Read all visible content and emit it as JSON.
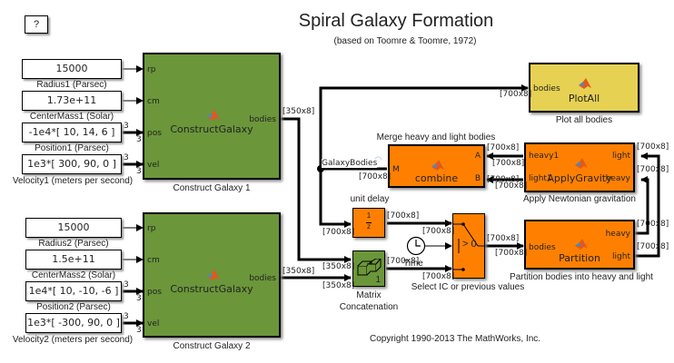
{
  "title": "Spiral Galaxy Formation",
  "subtitle": "(based on Toomre & Toomre, 1972)",
  "help_button": "?",
  "copyright": "Copyright 1990-2013 The MathWorks, Inc.",
  "colors": {
    "green_block": "#6b963a",
    "orange_block": "#ff8000",
    "yellow_block": "#e6d152"
  },
  "galaxy1": {
    "inputs": [
      {
        "value": "15000",
        "label": "Radius1 (Parsec)",
        "port": "rp",
        "width": ""
      },
      {
        "value": "1.73e+11",
        "label": "CenterMass1 (Solar)",
        "port": "cm",
        "width": ""
      },
      {
        "value": "-1e4*[ 10, 14,  6 ]",
        "label": "Position1 (Parsec)",
        "port": "pos",
        "width": "3"
      },
      {
        "value": "1e3*[ 300, 90, 0 ]",
        "label": "Velocity1 (meters per second)",
        "port": "vel",
        "width": "3"
      }
    ],
    "block_name": "ConstructGalaxy",
    "output_port": "bodies",
    "caption": "Construct Galaxy 1",
    "out_dim": "[350x8]"
  },
  "galaxy2": {
    "inputs": [
      {
        "value": "15000",
        "label": "Radius2 (Parsec)",
        "port": "rp",
        "width": ""
      },
      {
        "value": "1.5e+11",
        "label": "CenterMass2 (Solar)",
        "port": "cm",
        "width": ""
      },
      {
        "value": "1e4*[ 10, -10, -6 ]",
        "label": "Position2 (Parsec)",
        "port": "pos",
        "width": "3"
      },
      {
        "value": "1e3*[ -300, 90, 0 ]",
        "label": "Velocity2 (meters per second)",
        "port": "vel",
        "width": "3"
      }
    ],
    "block_name": "ConstructGalaxy",
    "output_port": "bodies",
    "caption": "Construct Galaxy 2",
    "out_dim": "[350x8]"
  },
  "plotall": {
    "name": "PlotAll",
    "port": "bodies",
    "caption": "Plot all bodies",
    "in_dim": "[700x8]"
  },
  "combine": {
    "name": "combine",
    "caption": "Merge heavy and light bodies",
    "ports": {
      "a": "A",
      "b": "B",
      "m": "M"
    },
    "signal_name": "GalaxyBodies",
    "dims": {
      "a_in": "[700x8]",
      "b_in": "[700x8]",
      "m_out": "[700x8]"
    }
  },
  "gravity": {
    "name": "ApplyGravity",
    "caption": "Apply Newtonian gravitation",
    "ports": {
      "heavy1": "heavy1",
      "light1": "light1",
      "light": "light",
      "heavy": "heavy"
    },
    "dims": {
      "heavy1_out": "[700x8]",
      "light1_out": "[700x8]",
      "light_in": "[700x8]",
      "heavy_in": "[700x8]"
    }
  },
  "delay": {
    "caption": "unit delay",
    "num": "1",
    "den": "z",
    "in_dim": "[700x8]",
    "out_dim": "[700x8]"
  },
  "clock": {
    "caption": "Time"
  },
  "switch": {
    "caption": "Select IC or previous values",
    "threshold": "> 0",
    "in1_dim": "[700x8]",
    "in2_dim": "[700x8]",
    "in3_dim": "[700x8]",
    "out_dim": "[700x8]"
  },
  "concat": {
    "caption1": "Matrix",
    "caption2": "Concatenation",
    "num": "1",
    "in1_dim": "[350x8]",
    "in2_dim": "[350x8]",
    "out_dim": "[700x8]"
  },
  "partition": {
    "name": "Partition",
    "caption": "Partition bodies into heavy and light",
    "ports": {
      "bodies": "bodies",
      "heavy": "heavy",
      "light": "light"
    },
    "dims": {
      "in": "[700x8]",
      "heavy_out": "[700x8]",
      "light_out": "[700x8]"
    }
  }
}
